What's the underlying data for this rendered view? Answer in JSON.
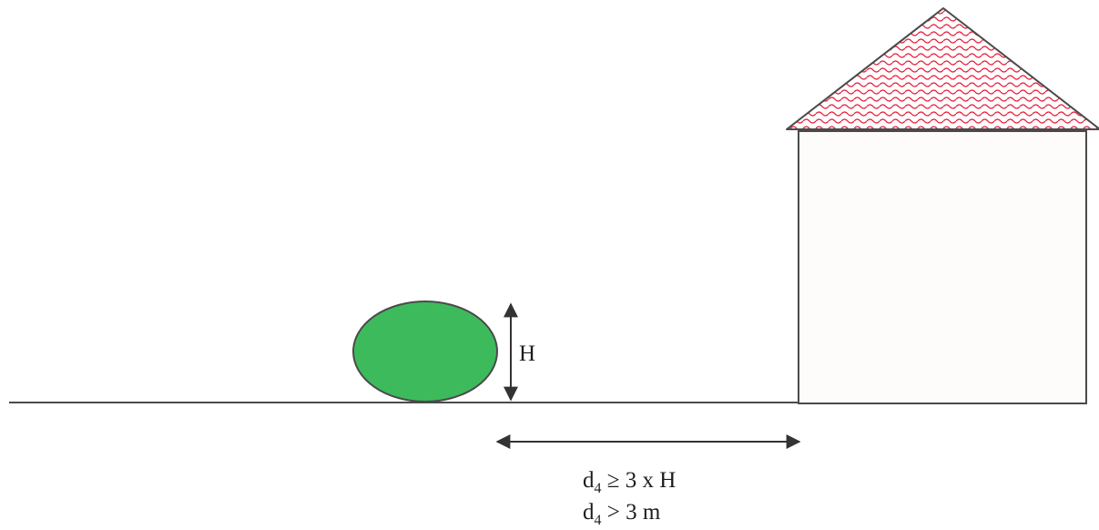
{
  "diagram": {
    "height_label": "H",
    "formula_1": {
      "var": "d",
      "sub": "4",
      "rest": " ≥ 3 x H"
    },
    "formula_2": {
      "var": "d",
      "sub": "4",
      "rest": " > 3 m"
    }
  },
  "colors": {
    "bush_fill": "#3dbb5c",
    "roof_pattern": "#e8203c",
    "line": "#4a4a4a"
  }
}
